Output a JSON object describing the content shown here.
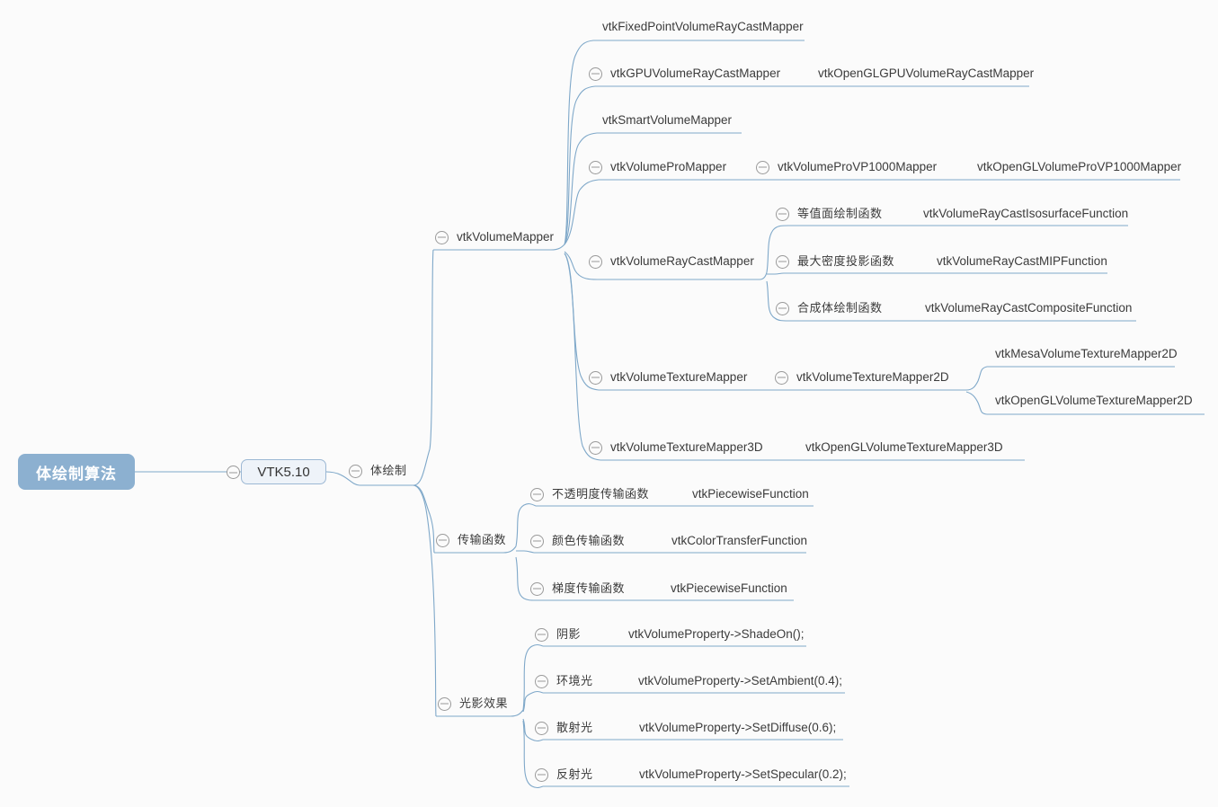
{
  "diagram": {
    "type": "mind-map",
    "title": "体绘制算法",
    "background_color": "#fbfbfb",
    "root_fill": "#8cb0d0",
    "root_text_color": "#ffffff",
    "branch_color": "#7fa8c9",
    "box_fill": "#eef3f9",
    "box_border": "#9cb8d4",
    "toggle_icon": "collapse-minus-circle-icon"
  },
  "nodes": {
    "root": {
      "label": "体绘制算法"
    },
    "vtk_version": {
      "label": "VTK5.10"
    },
    "volume_rendering": {
      "label": "体绘制"
    },
    "volume_mapper": {
      "label": "vtkVolumeMapper"
    },
    "fixed_point_mapper": {
      "label": "vtkFixedPointVolumeRayCastMapper"
    },
    "gpu_mapper": {
      "label": "vtkGPUVolumeRayCastMapper"
    },
    "opengl_gpu_mapper": {
      "label": "vtkOpenGLGPUVolumeRayCastMapper"
    },
    "smart_mapper": {
      "label": "vtkSmartVolumeMapper"
    },
    "volumepro_mapper": {
      "label": "vtkVolumeProMapper"
    },
    "volumepro_vp1000": {
      "label": "vtkVolumeProVP1000Mapper"
    },
    "opengl_volumepro_vp1000": {
      "label": "vtkOpenGLVolumeProVP1000Mapper"
    },
    "raycast_mapper": {
      "label": "vtkVolumeRayCastMapper"
    },
    "isosurface_fn_cn": {
      "label": "等值面绘制函数"
    },
    "isosurface_fn": {
      "label": "vtkVolumeRayCastIsosurfaceFunction"
    },
    "mip_fn_cn": {
      "label": "最大密度投影函数"
    },
    "mip_fn": {
      "label": "vtkVolumeRayCastMIPFunction"
    },
    "composite_fn_cn": {
      "label": "合成体绘制函数"
    },
    "composite_fn": {
      "label": "vtkVolumeRayCastCompositeFunction"
    },
    "texture_mapper": {
      "label": "vtkVolumeTextureMapper"
    },
    "texture_mapper_2d": {
      "label": "vtkVolumeTextureMapper2D"
    },
    "mesa_texture_2d": {
      "label": "vtkMesaVolumeTextureMapper2D"
    },
    "opengl_texture_2d": {
      "label": "vtkOpenGLVolumeTextureMapper2D"
    },
    "texture_mapper_3d": {
      "label": "vtkVolumeTextureMapper3D"
    },
    "opengl_texture_3d": {
      "label": "vtkOpenGLVolumeTextureMapper3D"
    },
    "transfer_functions": {
      "label": "传输函数"
    },
    "opacity_tf_cn": {
      "label": "不透明度传输函数"
    },
    "opacity_tf": {
      "label": "vtkPiecewiseFunction"
    },
    "color_tf_cn": {
      "label": "颜色传输函数"
    },
    "color_tf": {
      "label": "vtkColorTransferFunction"
    },
    "gradient_tf_cn": {
      "label": "梯度传输函数"
    },
    "gradient_tf": {
      "label": "vtkPiecewiseFunction"
    },
    "lighting": {
      "label": "光影效果"
    },
    "shade_cn": {
      "label": "阴影"
    },
    "shade_code": {
      "label": "vtkVolumeProperty->ShadeOn();"
    },
    "ambient_cn": {
      "label": "环境光"
    },
    "ambient_code": {
      "label": "vtkVolumeProperty->SetAmbient(0.4);"
    },
    "diffuse_cn": {
      "label": "散射光"
    },
    "diffuse_code": {
      "label": "vtkVolumeProperty->SetDiffuse(0.6);"
    },
    "specular_cn": {
      "label": "反射光"
    },
    "specular_code": {
      "label": "vtkVolumeProperty->SetSpecular(0.2);"
    }
  }
}
